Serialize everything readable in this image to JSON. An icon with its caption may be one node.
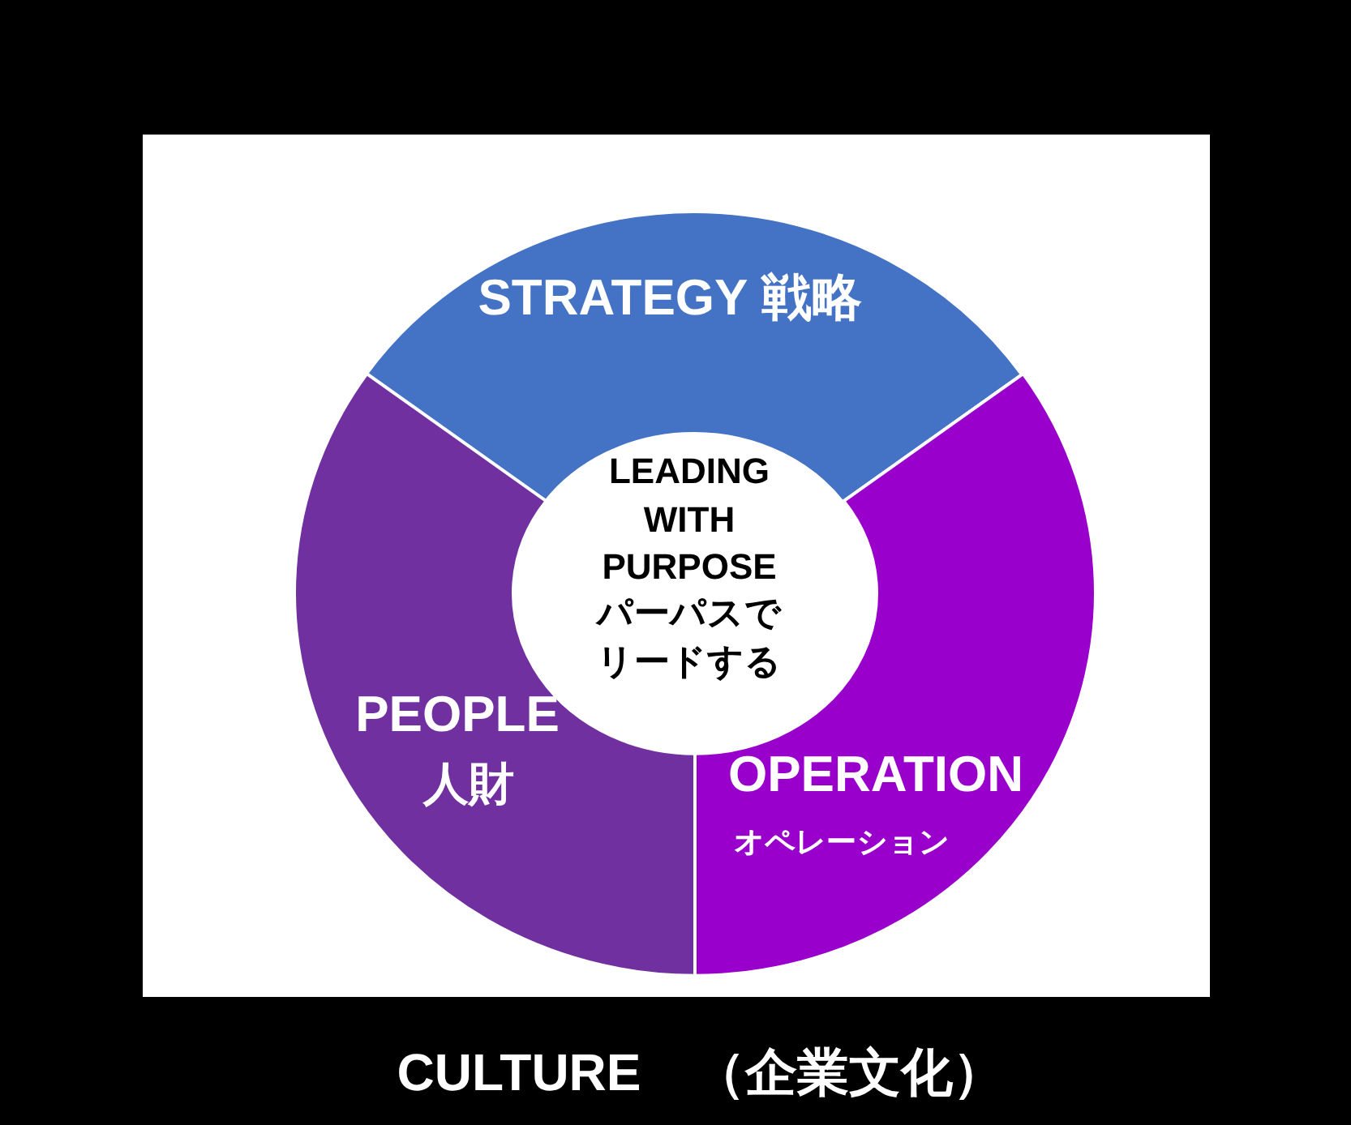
{
  "diagram": {
    "caption": "CULTURE　（企業文化）",
    "nodes": [
      {
        "text": [
          "STRATEGY 戦略"
        ]
      },
      {
        "text": [
          "LEADING WITH PURPOSE",
          "パーパスでリードする"
        ]
      },
      {
        "text": [
          "PEOPLE",
          "人財"
        ]
      },
      {
        "text": [
          "OPERATION",
          "オペレーション"
        ]
      }
    ]
  }
}
